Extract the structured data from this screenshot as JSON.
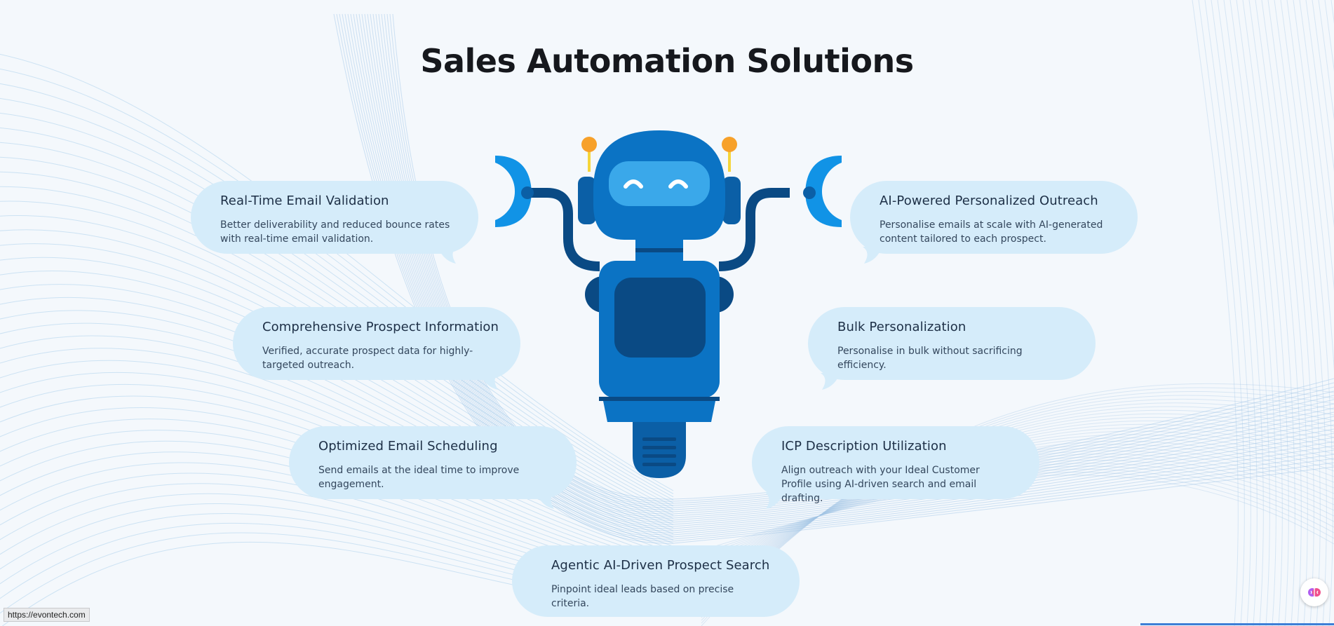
{
  "page": {
    "title": "Sales Automation Solutions"
  },
  "features": [
    {
      "title": "Real-Time Email Validation",
      "desc": "Better deliverability and reduced bounce rates with real-time email validation."
    },
    {
      "title": "Comprehensive Prospect Information",
      "desc": "Verified, accurate prospect data for highly-targeted outreach."
    },
    {
      "title": "Optimized Email Scheduling",
      "desc": "Send emails at the ideal time to improve engagement."
    },
    {
      "title": "AI-Powered Personalized Outreach",
      "desc": "Personalise emails at scale with AI-generated content tailored to each prospect."
    },
    {
      "title": "Bulk Personalization",
      "desc": "Personalise in bulk without sacrificing efficiency."
    },
    {
      "title": "ICP Description Utilization",
      "desc": "Align outreach with your Ideal Customer Profile using AI-driven search and email drafting."
    },
    {
      "title": "Agentic AI-Driven Prospect Search",
      "desc": "Pinpoint ideal leads based on precise criteria."
    }
  ],
  "status_bar": {
    "url": "https://evontech.com"
  },
  "colors": {
    "bubble": "#d5ecfa",
    "robot_primary": "#0b73c4",
    "robot_dark": "#0a4a84",
    "accent": "#f7a12a",
    "title": "#16181d"
  },
  "icons": {
    "robot": "robot-illustration",
    "widget": "brain-icon"
  }
}
